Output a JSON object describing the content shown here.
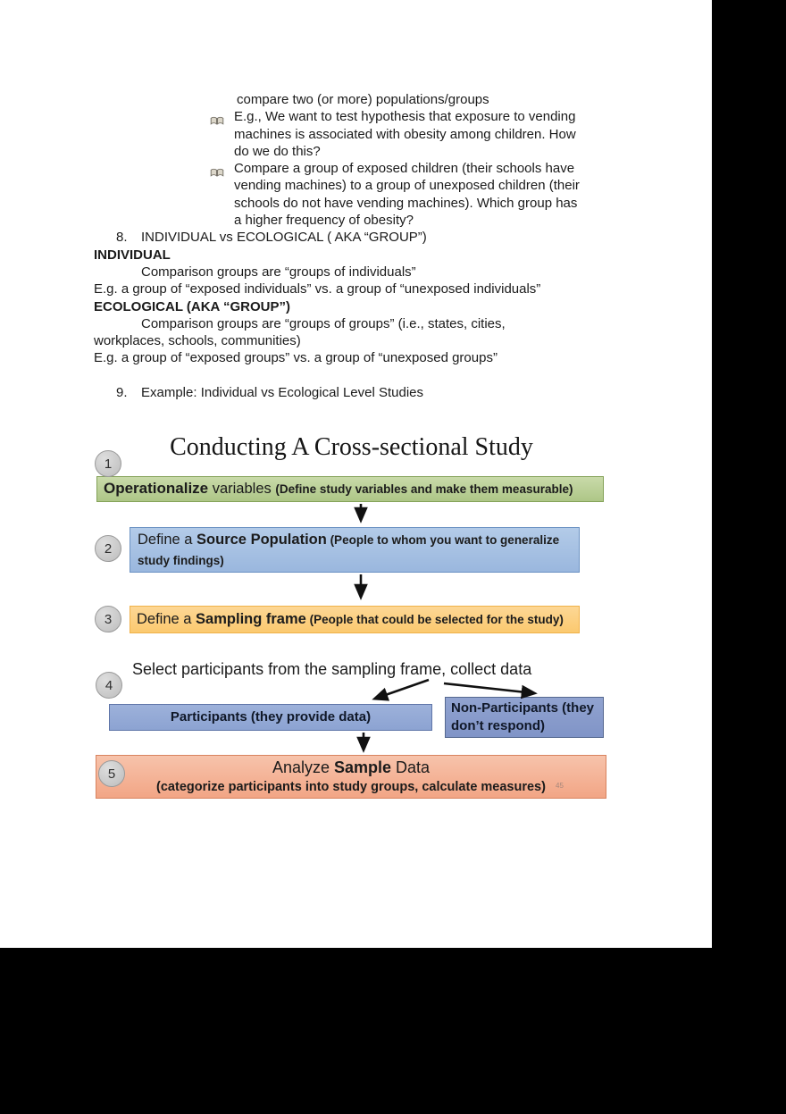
{
  "canvas": {
    "background": "#000000",
    "page_color": "#ffffff"
  },
  "document": {
    "line1": "compare two (or more) populations/groups",
    "bullet1_lines": [
      "E.g., We want to test hypothesis that exposure to vending",
      "machines is associated with obesity among children. How",
      "do we do this?"
    ],
    "bullet2_lines": [
      "Compare a group of exposed children (their schools have",
      "vending machines) to a group of unexposed children (their",
      "schools do not have vending machines). Which group has",
      "a higher frequency of obesity?"
    ],
    "item8": {
      "num": "8.",
      "text": "INDIVIDUAL vs ECOLOGICAL ( AKA “GROUP”)"
    },
    "individual": {
      "heading": "INDIVIDUAL",
      "body": "Comparison groups are “groups of individuals”",
      "eg": "E.g. a group of “exposed individuals” vs. a group of “unexposed individuals”"
    },
    "ecological": {
      "heading": "ECOLOGICAL (AKA “GROUP”)",
      "body1": "Comparison groups are “groups of groups” (i.e., states, cities,",
      "body2": "workplaces, schools, communities)",
      "eg": "E.g. a group of “exposed groups” vs. a group of “unexposed groups”"
    },
    "item9": {
      "num": "9.",
      "text": "Example: Individual vs Ecological Level Studies"
    }
  },
  "diagram": {
    "title": "Conducting A Cross-sectional Study",
    "step1": {
      "num": "1",
      "bold": "Operationalize",
      "rest": " variables ",
      "paren": "(Define study variables and make them measurable)"
    },
    "step2": {
      "num": "2",
      "pre": "Define a ",
      "bold": "Source Population",
      "paren_line1": " (People to whom you want to generalize",
      "paren_line2": "study findings)"
    },
    "step3": {
      "num": "3",
      "pre": "Define a ",
      "bold": "Sampling frame",
      "paren": " (People that could be selected for the study)"
    },
    "step4": {
      "num": "4",
      "label": "Select participants from the sampling frame, collect data"
    },
    "participants_label": "Participants (they provide data)",
    "non_participants_label": "Non-Participants (they don’t respond)",
    "step5": {
      "num": "5",
      "pre": "Analyze ",
      "bold": "Sample",
      "post": " Data",
      "sub": "(categorize participants into study groups, calculate measures)"
    },
    "slide_number": "45",
    "colors": {
      "step1_fill": "#aec687",
      "step1_border": "#84a258",
      "step2_fill": "#9ab7de",
      "step2_border": "#6b92c3",
      "step3_fill": "#fbc96f",
      "step3_border": "#f0b24a",
      "participants_fill": "#8ca3d2",
      "participants_border": "#5f75a8",
      "non_participants_fill": "#8094c7",
      "non_participants_border": "#55688f",
      "step5_fill": "#f2a585",
      "step5_border": "#d8835f"
    }
  }
}
